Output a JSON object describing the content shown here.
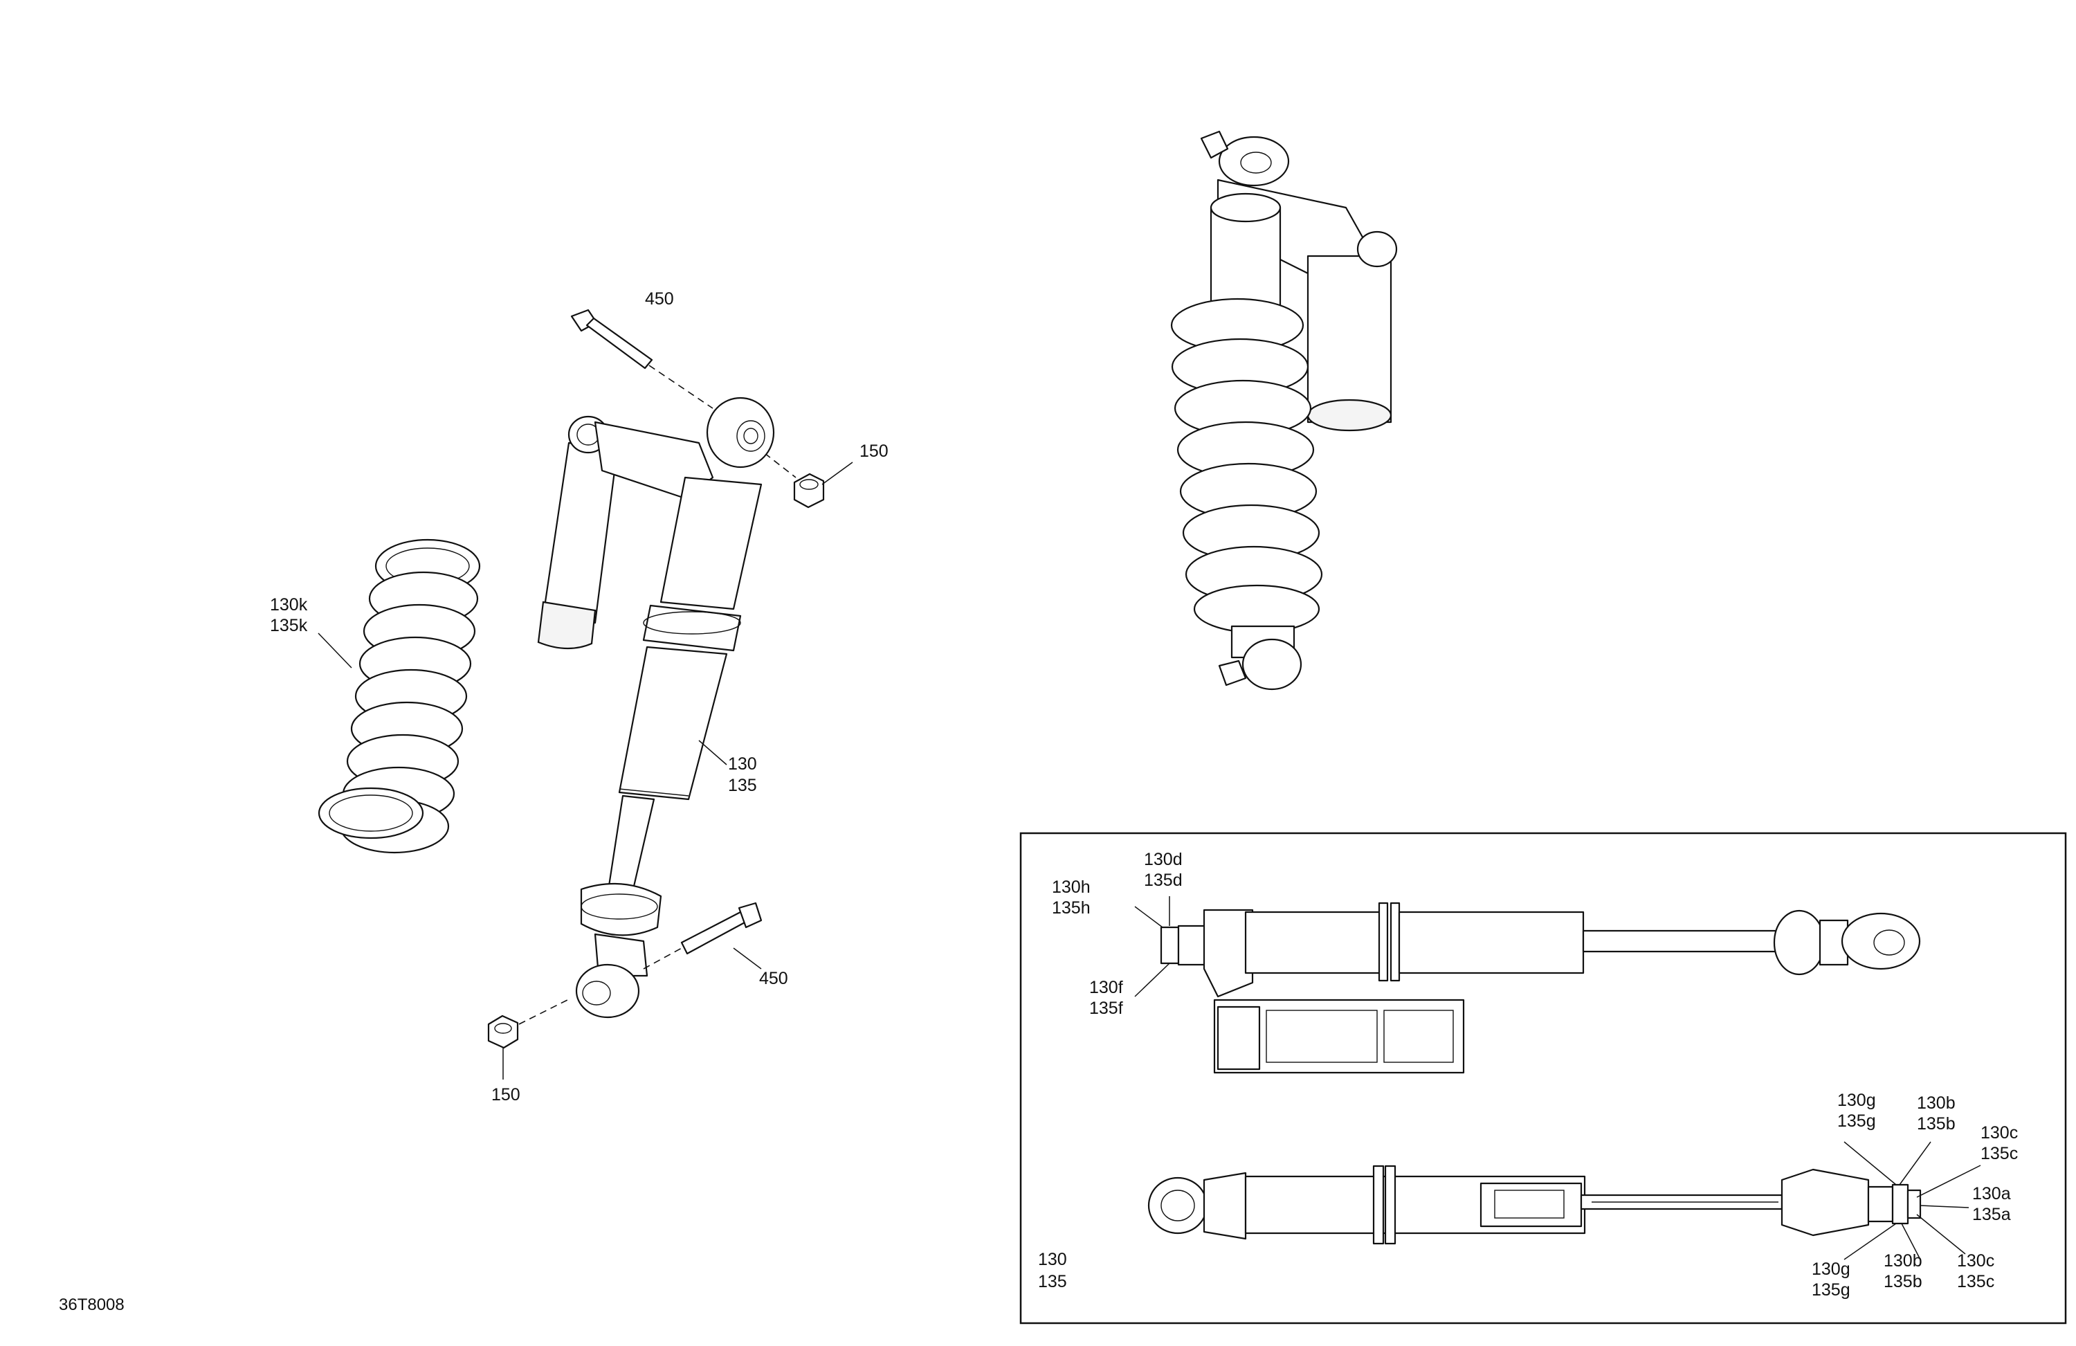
{
  "figure_code": "36T8008",
  "callouts": {
    "bolt_top": "450",
    "nut_top": "150",
    "spring_a": "130k",
    "spring_b": "135k",
    "shock_a": "130",
    "shock_b": "135",
    "bolt_bottom": "450",
    "nut_bottom": "150"
  },
  "detail": {
    "c130d": "130d",
    "c135d": "135d",
    "c130h": "130h",
    "c135h": "135h",
    "c130f": "130f",
    "c135f": "135f",
    "c130g_top": "130g",
    "c135g_top": "135g",
    "c130b_top": "130b",
    "c135b_top": "135b",
    "c130c_top": "130c",
    "c135c_top": "135c",
    "c130a": "130a",
    "c135a": "135a",
    "c130g_bot": "130g",
    "c135g_bot": "135g",
    "c130b_bot": "130b",
    "c135b_bot": "135b",
    "c130c_bot": "130c",
    "c135c_bot": "135c",
    "c130": "130",
    "c135": "135"
  }
}
